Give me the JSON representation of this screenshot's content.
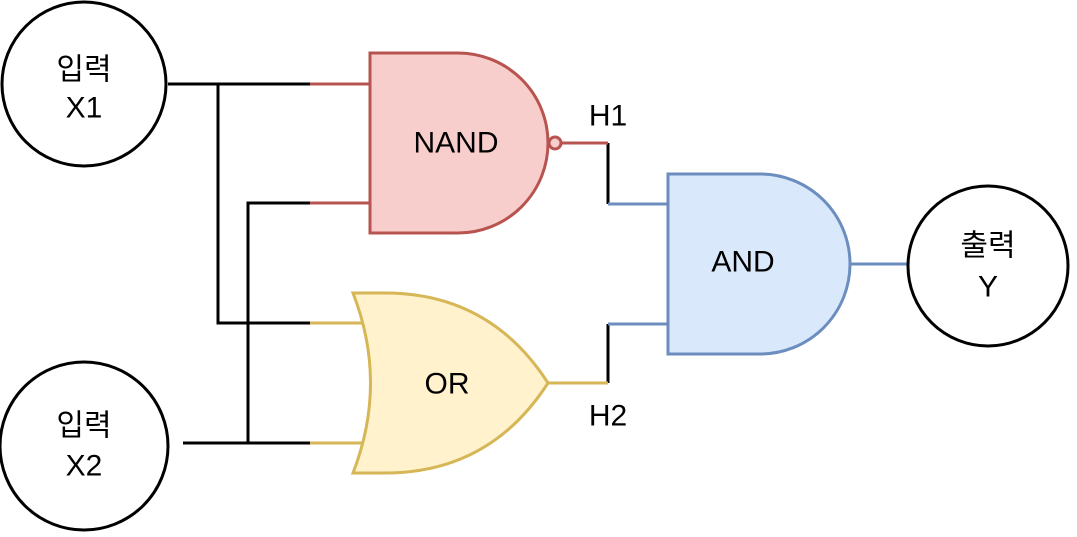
{
  "inputs": {
    "x1": {
      "line1": "입력",
      "line2": "X1"
    },
    "x2": {
      "line1": "입력",
      "line2": "X2"
    }
  },
  "output": {
    "line1": "출력",
    "line2": "Y"
  },
  "gates": {
    "nand": {
      "label": "NAND",
      "fill": "#f8cecc",
      "stroke": "#b85450"
    },
    "or": {
      "label": "OR",
      "fill": "#fff2cc",
      "stroke": "#d6b656"
    },
    "and": {
      "label": "AND",
      "fill": "#dae8fc",
      "stroke": "#6c8ebf"
    }
  },
  "wires": {
    "h1": "H1",
    "h2": "H2",
    "plain_color": "#000000"
  }
}
